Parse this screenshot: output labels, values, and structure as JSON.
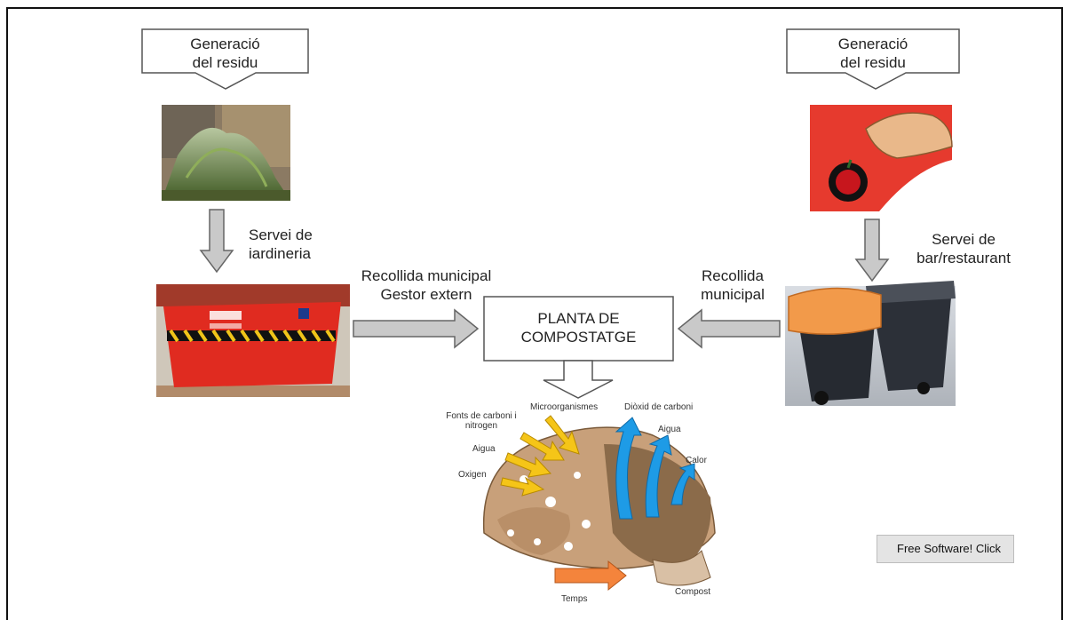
{
  "left_source": {
    "title_line1": "Generació",
    "title_line2": "del residu"
  },
  "right_source": {
    "title_line1": "Generació",
    "title_line2": "del residu"
  },
  "left_service": {
    "line1": "Servei de",
    "line2": "iardineria"
  },
  "right_service": {
    "line1": "Servei de",
    "line2": "bar/restaurant"
  },
  "left_collection": {
    "line1": "Recollida municipal",
    "line2": "Gestor extern"
  },
  "right_collection": {
    "line1": "Recollida",
    "line2": "municipal"
  },
  "plant": {
    "line1": "PLANTA DE",
    "line2": "COMPOSTATGE"
  },
  "process_labels": {
    "carbon_line1": "Fonts de carboni i",
    "carbon_line2": "nitrogen",
    "microorganisms": "Microorganismes",
    "water_in": "Aigua",
    "oxygen": "Oxigen",
    "co2": "Diòxid de carboni",
    "water_out": "Aigua",
    "heat": "Calor",
    "time": "Temps",
    "compost": "Compost"
  },
  "ad_button": "Free Software! Click"
}
